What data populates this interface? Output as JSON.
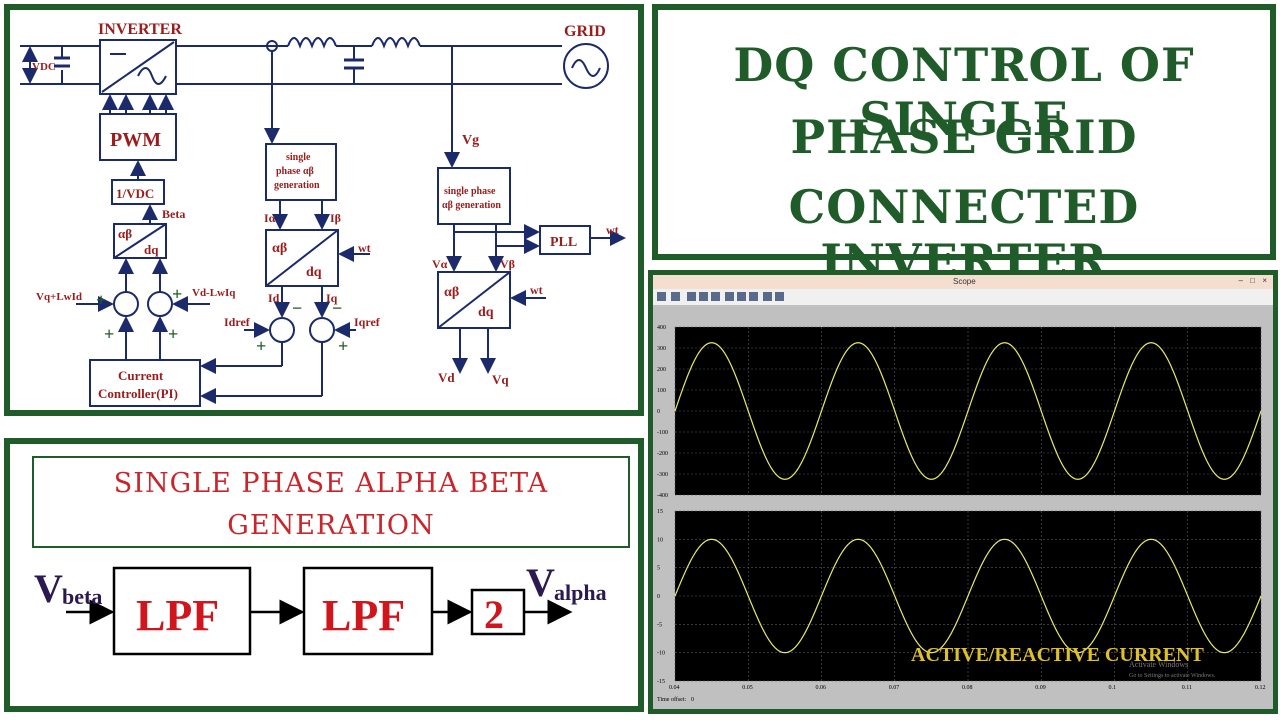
{
  "circuit": {
    "inverter_label": "INVERTER",
    "grid_label": "GRID",
    "vdc_label": "VDC",
    "pwm_label": "PWM",
    "inv_vdc_label": "1/VDC",
    "beta_label": "Beta",
    "ab_label": "αβ",
    "dq_label": "dq",
    "vq_ff_label": "Vq+LwId",
    "vd_ff_label": "Vd-LwIq",
    "controller_line1": "Current",
    "controller_line2": "Controller(PI)",
    "ab_gen_i_line1": "single",
    "ab_gen_i_line2": "phase αβ",
    "ab_gen_i_line3": "generation",
    "i_alpha": "Iα",
    "i_beta": "Iβ",
    "wt": "wt",
    "id": "Id",
    "iq": "Iq",
    "idref": "Idref",
    "iqref": "Iqref",
    "vg": "Vg",
    "ab_gen_v_line1": "single phase",
    "ab_gen_v_line2": "αβ generation",
    "pll": "PLL",
    "v_alpha": "Vα",
    "v_beta": "Vβ",
    "vd": "Vd",
    "vq": "Vq",
    "plus": "+",
    "minus": "−"
  },
  "title": {
    "line1": "DQ CONTROL OF SINGLE",
    "line2": "PHASE GRID",
    "line3": "CONNECTED INVERTER"
  },
  "alphabeta": {
    "title_line1": "SINGLE PHASE ALPHA BETA",
    "title_line2": "GENERATION",
    "v_main": "V",
    "in_sub": "beta",
    "out_sub": "alpha",
    "lpf1": "LPF",
    "lpf2": "LPF",
    "gain": "2"
  },
  "scope": {
    "window_title": "Scope",
    "top_ticks": [
      "400",
      "300",
      "200",
      "100",
      "0",
      "-100",
      "-200",
      "-300",
      "-400"
    ],
    "bottom_ticks": [
      "15",
      "10",
      "5",
      "0",
      "-5",
      "-10",
      "-15"
    ],
    "time_ticks": [
      "0.04",
      "0.05",
      "0.06",
      "0.07",
      "0.08",
      "0.09",
      "0.1",
      "0.11",
      "0.12"
    ],
    "time_offset_label": "Time offset:",
    "time_offset_value": "0",
    "caption": "ACTIVE/REACTIVE CURRENT",
    "watermark_line1": "Activate Windows",
    "watermark_line2": "Go to Settings to activate Windows."
  },
  "chart_data": [
    {
      "type": "line",
      "title": "",
      "x": [
        0.04,
        0.12
      ],
      "xlim": [
        0.04,
        0.12
      ],
      "ylim": [
        -400,
        400
      ],
      "grid": true,
      "series": [
        {
          "amplitude": 325,
          "frequency_hz": 50,
          "phase_at_x0": 0,
          "color": "#e8e86a"
        }
      ]
    },
    {
      "type": "line",
      "title": "",
      "xlim": [
        0.04,
        0.12
      ],
      "ylim": [
        -15,
        15
      ],
      "grid": true,
      "series": [
        {
          "amplitude": 10,
          "frequency_hz": 50,
          "phase_at_x0": 0,
          "color": "#e8e86a"
        }
      ]
    }
  ],
  "colors": {
    "frame": "#1f5c2a",
    "diagram_blue": "#1b2a6b",
    "diagram_red": "#9b1c1c",
    "sub_title_red": "#c8262a",
    "wave": "#e8e86a"
  }
}
